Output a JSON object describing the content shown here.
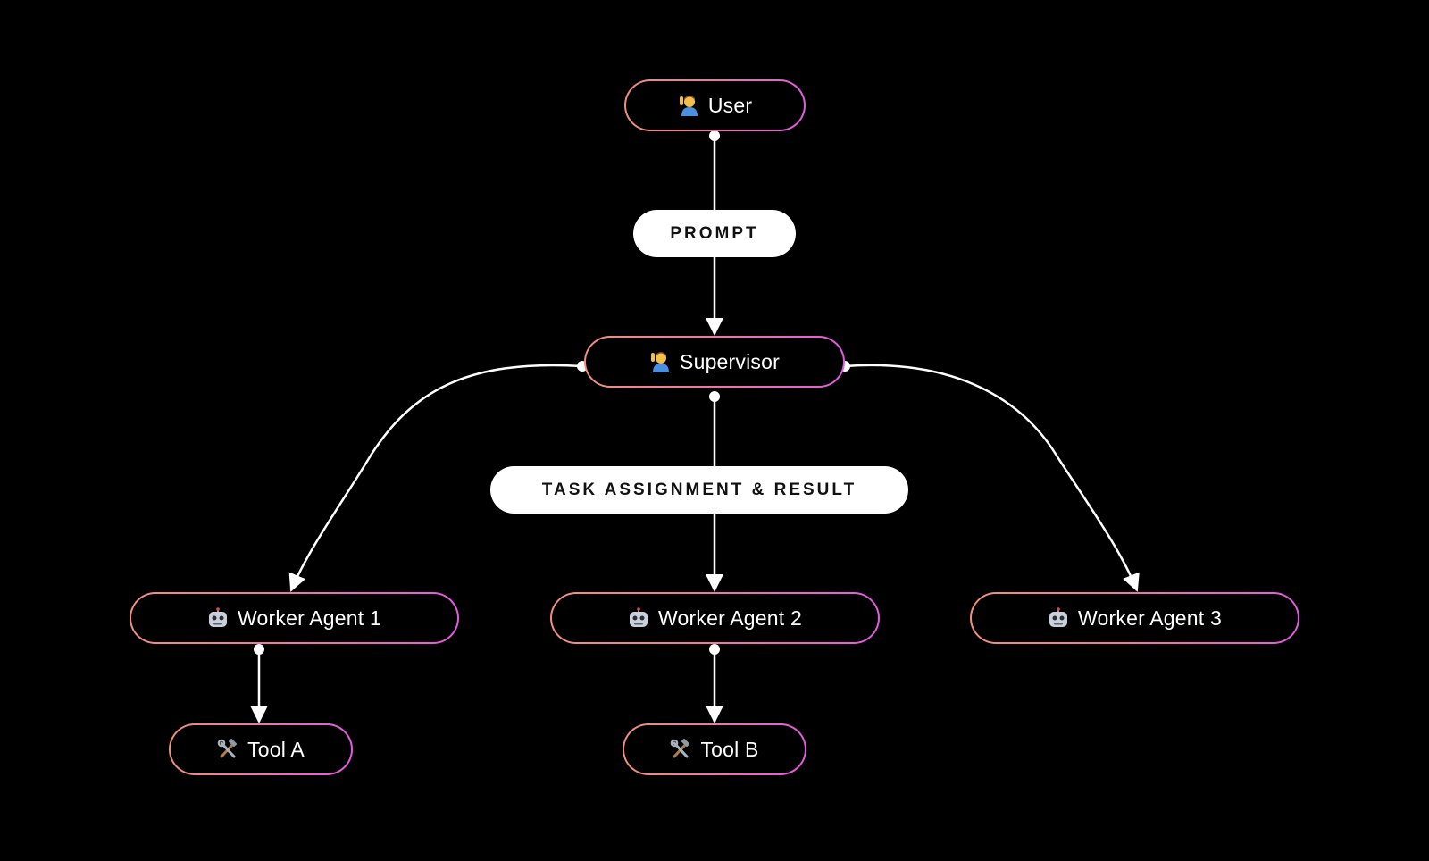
{
  "diagram": {
    "nodes": {
      "user": {
        "label": "User",
        "icon": "person-raising-hand-icon"
      },
      "supervisor": {
        "label": "Supervisor",
        "icon": "person-raising-hand-icon"
      },
      "worker1": {
        "label": "Worker Agent 1",
        "icon": "robot-icon"
      },
      "worker2": {
        "label": "Worker Agent 2",
        "icon": "robot-icon"
      },
      "worker3": {
        "label": "Worker Agent 3",
        "icon": "robot-icon"
      },
      "toolA": {
        "label": "Tool A",
        "icon": "hammer-wrench-icon"
      },
      "toolB": {
        "label": "Tool B",
        "icon": "hammer-wrench-icon"
      }
    },
    "edge_labels": {
      "prompt": "PROMPT",
      "task": "TASK ASSIGNMENT & RESULT"
    },
    "edges": [
      {
        "from": "User",
        "to": "Supervisor",
        "label": "PROMPT"
      },
      {
        "from": "Supervisor",
        "to": "Worker Agent 1"
      },
      {
        "from": "Supervisor",
        "to": "Worker Agent 2",
        "label": "TASK ASSIGNMENT & RESULT"
      },
      {
        "from": "Supervisor",
        "to": "Worker Agent 3"
      },
      {
        "from": "Worker Agent 1",
        "to": "Tool A"
      },
      {
        "from": "Worker Agent 2",
        "to": "Tool B"
      }
    ],
    "colors": {
      "background": "#000000",
      "node_border_start": "#f0907a",
      "node_border_end": "#e35be0",
      "connector": "#ffffff",
      "label_pill": "#ffffff",
      "label_text": "#111111"
    }
  }
}
